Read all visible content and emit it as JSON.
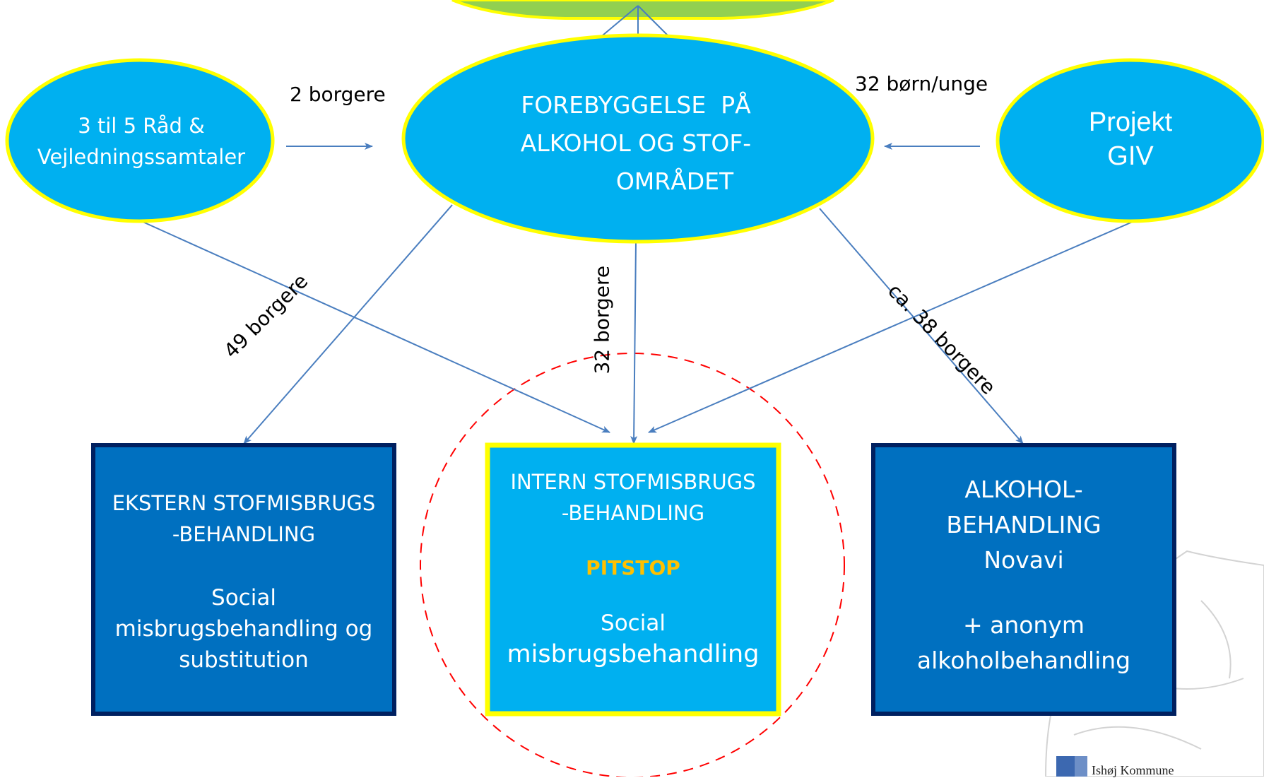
{
  "nodes": {
    "top": {
      "line1": "FOREBYGGELSE  PÅ",
      "line2": "ALKOHOL OG STOF-",
      "line3": "OMRÅDET"
    },
    "left": {
      "line1": "3 til 5 Råd &",
      "line2": "Vejledningssamtaler"
    },
    "right": {
      "line1": "Projekt",
      "line2": "GIV"
    }
  },
  "edges": {
    "left_to_top": "2 borgere",
    "right_to_top": "32 børn/unge",
    "top_to_external": "49 borgere",
    "top_to_internal": "32 borgere",
    "top_to_alcohol": "ca. 38 borgere"
  },
  "boxes": {
    "external": {
      "title1": "EKSTERN STOFMISBRUGS",
      "title2": "-BEHANDLING",
      "body1": "Social",
      "body2": "misbrugsbehandling og",
      "body3": "substitution"
    },
    "internal": {
      "title1": "INTERN STOFMISBRUGS",
      "title2": "-BEHANDLING",
      "highlight": "PITSTOP",
      "body1": "Social",
      "body2": "misbrugsbehandling"
    },
    "alcohol": {
      "title1": "ALKOHOL-",
      "title2": "BEHANDLING",
      "title3": "Novavi",
      "body1": "+ anonym",
      "body2": "alkoholbehandling"
    }
  },
  "logo": {
    "text": "Ishøj Kommune"
  },
  "colors": {
    "ellipse_fill": "#00b0f0",
    "ellipse_border": "#ffff00",
    "top_banner": "#92d050",
    "box_dark": "#0070c0",
    "box_border": "#002060",
    "box_light": "#00b0f0",
    "highlight_text": "#ffc000",
    "arrow": "#4a7ebf",
    "dashed_circle": "#ff0000"
  }
}
